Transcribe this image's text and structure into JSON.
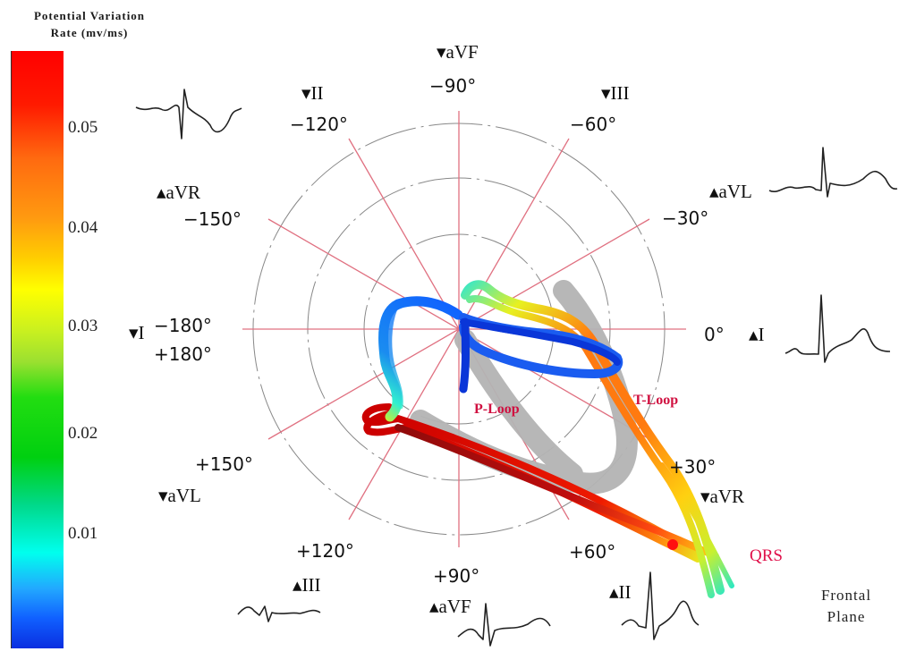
{
  "chart_data": {
    "type": "polar-vectorcardiogram",
    "title": "Frontal Plane",
    "colorbar": {
      "label": "Potential Variation Rate (mv/ms)",
      "ticks": [
        "0.05",
        "0.04",
        "0.03",
        "0.02",
        "0.01"
      ],
      "range": [
        0,
        0.06
      ],
      "colormap": "jet",
      "colors": {
        "high": "#ff0000",
        "mid_high": "#ffff00",
        "mid": "#00d010",
        "mid_low": "#00ffee",
        "low": "#0a2ee0"
      }
    },
    "angles": [
      {
        "angle": "-90°",
        "lead": "▾aVF"
      },
      {
        "angle": "-120°",
        "lead": "▾II"
      },
      {
        "angle": "-60°",
        "lead": "▾III"
      },
      {
        "angle": "-150°",
        "lead": "▴aVR"
      },
      {
        "angle": "-30°",
        "lead": "▴aVL"
      },
      {
        "angle": "-180°",
        "second": "+180°",
        "lead": "▾I"
      },
      {
        "angle": "0°",
        "lead": "▴I"
      },
      {
        "angle": "+150°",
        "lead": "▾aVL"
      },
      {
        "angle": "+30°",
        "lead": "▾aVR"
      },
      {
        "angle": "+120°",
        "lead": "▴III"
      },
      {
        "angle": "+60°",
        "lead": "▴II"
      },
      {
        "angle": "+90°",
        "lead": "▴aVF"
      }
    ],
    "rings": 3,
    "spokes_deg": [
      0,
      30,
      60,
      90,
      120,
      150,
      180,
      210,
      240,
      270,
      300,
      330
    ],
    "loops": [
      {
        "name": "QRS",
        "color_range": "red→yellow→cyan",
        "direction": "toward +30° to +40°"
      },
      {
        "name": "T-Loop",
        "color_range": "blue",
        "direction": "toward 0° to +20°"
      },
      {
        "name": "P-Loop",
        "color_range": "gray",
        "direction": "toward +40° to +60°"
      }
    ],
    "annotations": [
      "P-Loop",
      "T-Loop",
      "QRS",
      "Frontal Plane"
    ]
  },
  "labels": {
    "cb_title_line1": "Potential Variation",
    "cb_title_line2": "Rate (mv/ms)",
    "cb_tick_005": "0.05",
    "cb_tick_004": "0.04",
    "cb_tick_003": "0.03",
    "cb_tick_002": "0.02",
    "cb_tick_001": "0.01",
    "a_m90": "−90°",
    "a_m120": "−120°",
    "a_m60": "−60°",
    "a_m150": "−150°",
    "a_m30": "−30°",
    "a_m180": "−180°",
    "a_p180": "+180°",
    "a_0": "0°",
    "a_p150": "+150°",
    "a_p30": "+30°",
    "a_p120": "+120°",
    "a_p60": "+60°",
    "a_p90": "+90°",
    "lead_top_avf": "▾aVF",
    "lead_top_ii": "▾II",
    "lead_top_iii": "▾III",
    "lead_avr_up": "▴aVR",
    "lead_avl_up": "▴aVL",
    "lead_i_down": "▾I",
    "lead_i_up": "▴I",
    "lead_avl_down": "▾aVL",
    "lead_avr_down": "▾aVR",
    "lead_iii_up": "▴III",
    "lead_avf_up": "▴aVF",
    "lead_ii_up": "▴II",
    "p_loop": "P-Loop",
    "t_loop": "T-Loop",
    "qrs": "QRS",
    "plane_line1": "Frontal",
    "plane_line2": "Plane"
  }
}
